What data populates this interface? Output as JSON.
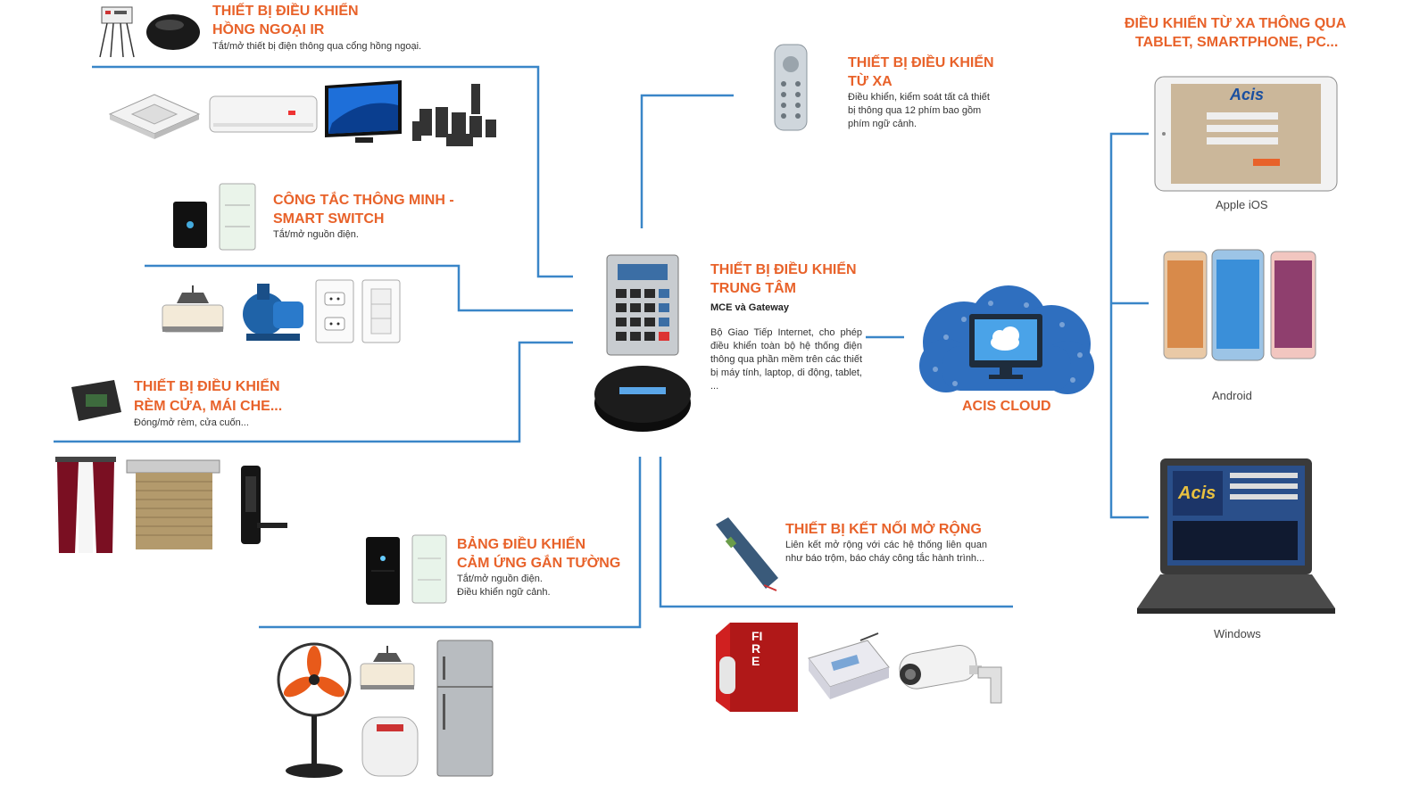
{
  "ir": {
    "title1": "THIẾT BỊ ĐIỀU KHIỂN",
    "title2": "HỒNG NGOẠI IR",
    "desc": "Tắt/mở thiết bị điện thông qua cổng hồng ngoại."
  },
  "switch": {
    "title1": "CÔNG TẮC THÔNG MINH -",
    "title2": "SMART SWITCH",
    "desc": "Tắt/mở nguồn điện."
  },
  "curtain": {
    "title1": "THIẾT BỊ ĐIỀU KHIỂN",
    "title2": "RÈM CỬA, MÁI CHE...",
    "desc": "Đóng/mở rèm, cửa cuốn..."
  },
  "touch": {
    "title1": "BẢNG ĐIỀU KHIỂN",
    "title2": "CẢM ỨNG GẮN TƯỜNG",
    "desc1": "Tắt/mở nguồn điện.",
    "desc2": "Điều khiển ngữ cảnh."
  },
  "remote": {
    "title1": "THIẾT BỊ ĐIỀU KHIỂN",
    "title2": "TỪ XA",
    "desc": "Điều khiển, kiểm soát tất cả thiết bị thông qua 12 phím bao gồm phím ngữ cảnh."
  },
  "center": {
    "title1": "THIẾT BỊ ĐIỀU KHIỂN",
    "title2": "TRUNG TÂM",
    "subtitle": "MCE và Gateway",
    "desc": "Bộ Giao Tiếp Internet, cho phép điều khiển toàn bộ hệ thống điện thông qua phần mềm trên các thiết bị máy tính, laptop, di động, tablet, ..."
  },
  "expand": {
    "title": "THIẾT BỊ KẾT NỐI MỞ RỘNG",
    "desc": "Liên kết mở rộng với các hệ thống liên quan như báo trộm, báo cháy công tắc hành trình..."
  },
  "cloud": {
    "label": "ACIS CLOUD"
  },
  "clients": {
    "title1": "ĐIỀU KHIỂN TỪ XA THÔNG QUA",
    "title2": "TABLET, SMARTPHONE, PC...",
    "ios": "Apple iOS",
    "android": "Android",
    "windows": "Windows"
  },
  "app": {
    "logo": "Acis"
  },
  "fire": {
    "text": "FIRE"
  },
  "colors": {
    "line": "#3a86c8",
    "accent": "#e8622a",
    "cloud": "#2f6fbf"
  }
}
